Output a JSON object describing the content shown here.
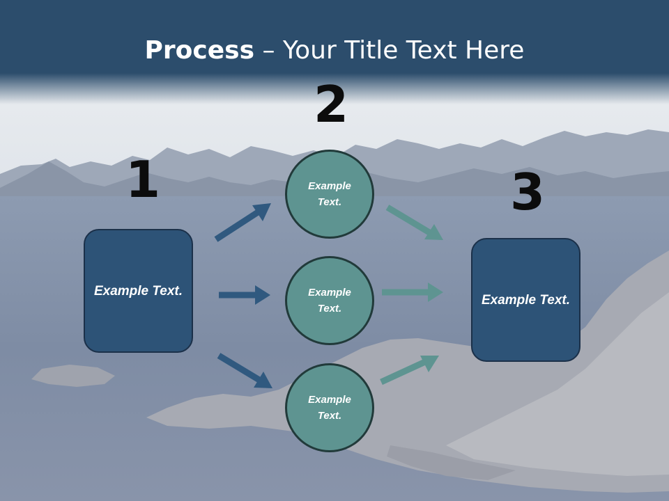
{
  "title": {
    "bold": "Process",
    "rest": " – Your Title Text Here"
  },
  "steps": {
    "one": "1",
    "two": "2",
    "three": "3"
  },
  "boxes": {
    "left_text": "Example Text.",
    "right_text": "Example Text."
  },
  "circles": {
    "top_text": "Example Text.",
    "middle_text": "Example Text.",
    "bottom_text": "Example Text."
  },
  "colors": {
    "header": "#2c4d6c",
    "box": "#2d5377",
    "circle": "#5e9491",
    "arrow_dark": "#30597f",
    "arrow_teal": "#5e9491"
  },
  "background_image": "sea-and-rocky-coast-photo"
}
